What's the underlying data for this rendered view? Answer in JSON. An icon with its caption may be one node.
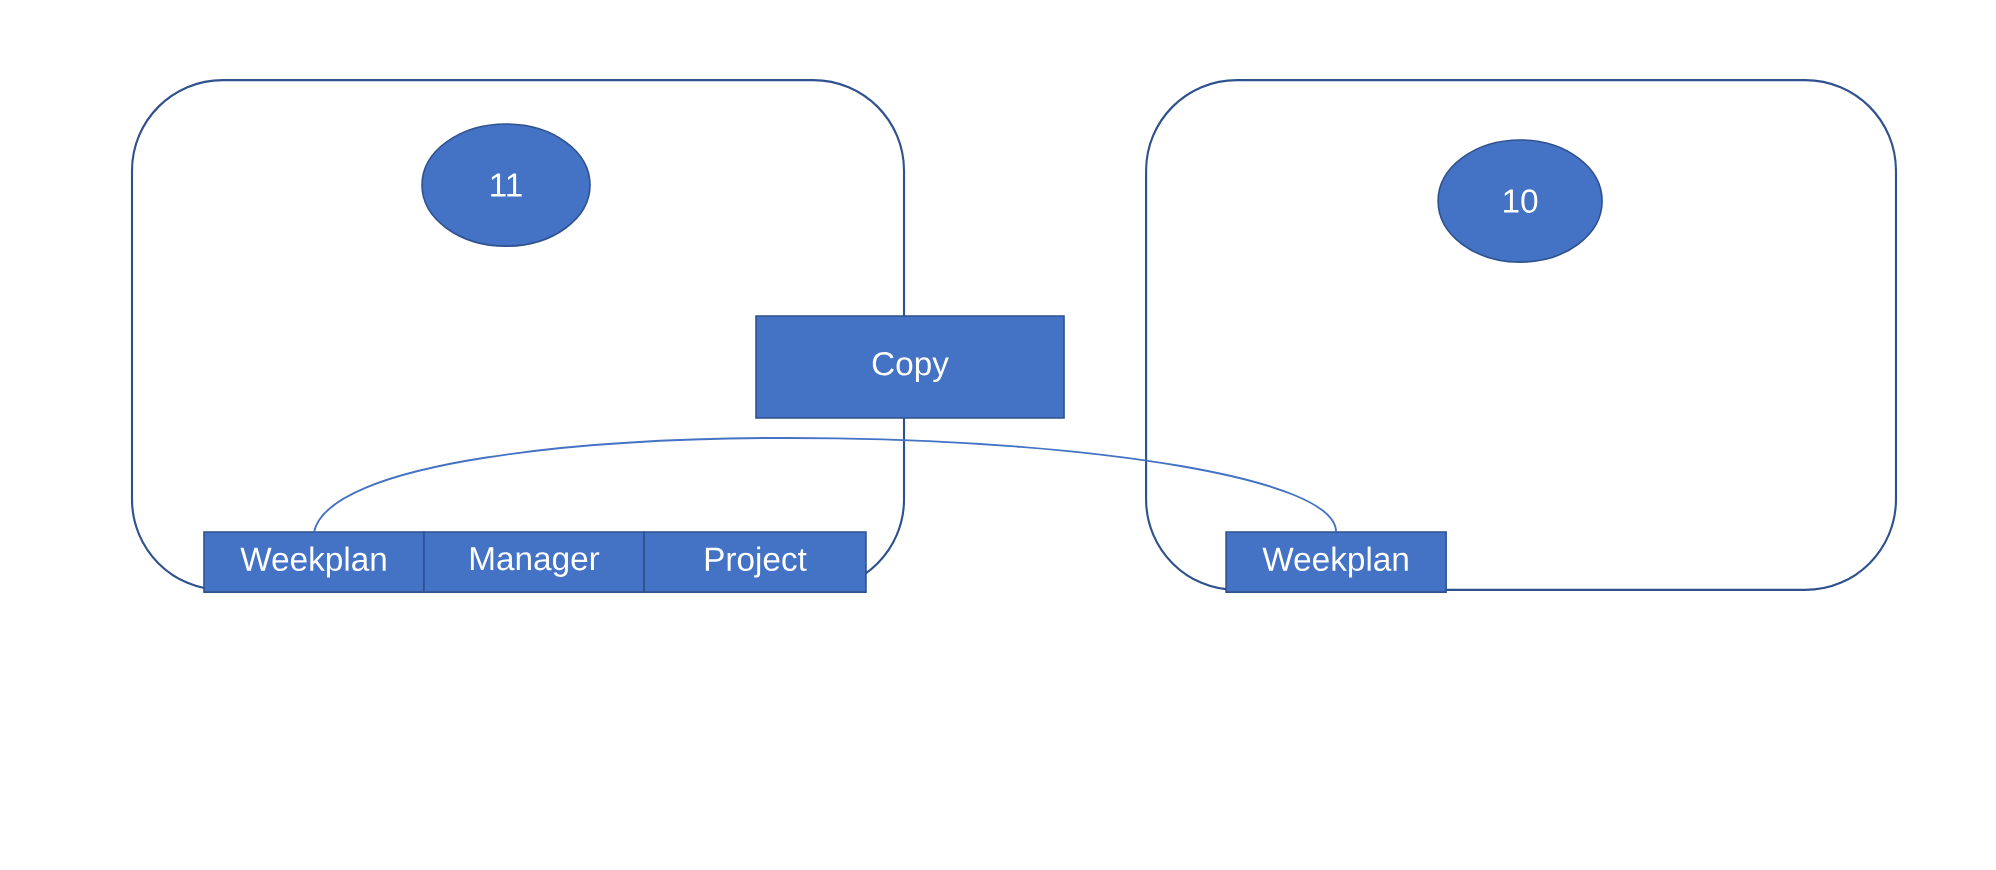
{
  "diagram": {
    "nodes": [
      {
        "text": [],
        "shape": "box"
      },
      {
        "text": [
          "11"
        ],
        "in": 0
      },
      {
        "text": [
          "Copy"
        ]
      },
      {
        "text": [
          "Weekplan"
        ],
        "in": 0
      },
      {
        "text": [
          "Manager"
        ],
        "in": 0
      },
      {
        "text": [
          "Project"
        ],
        "in": 0
      },
      {
        "text": [],
        "shape": "box"
      },
      {
        "text": [
          "10"
        ],
        "in": 6
      },
      {
        "text": [
          "Weekplan"
        ],
        "in": 6
      }
    ],
    "edges": [
      {
        "from": 3,
        "to": 8,
        "arrow": "none"
      }
    ]
  }
}
